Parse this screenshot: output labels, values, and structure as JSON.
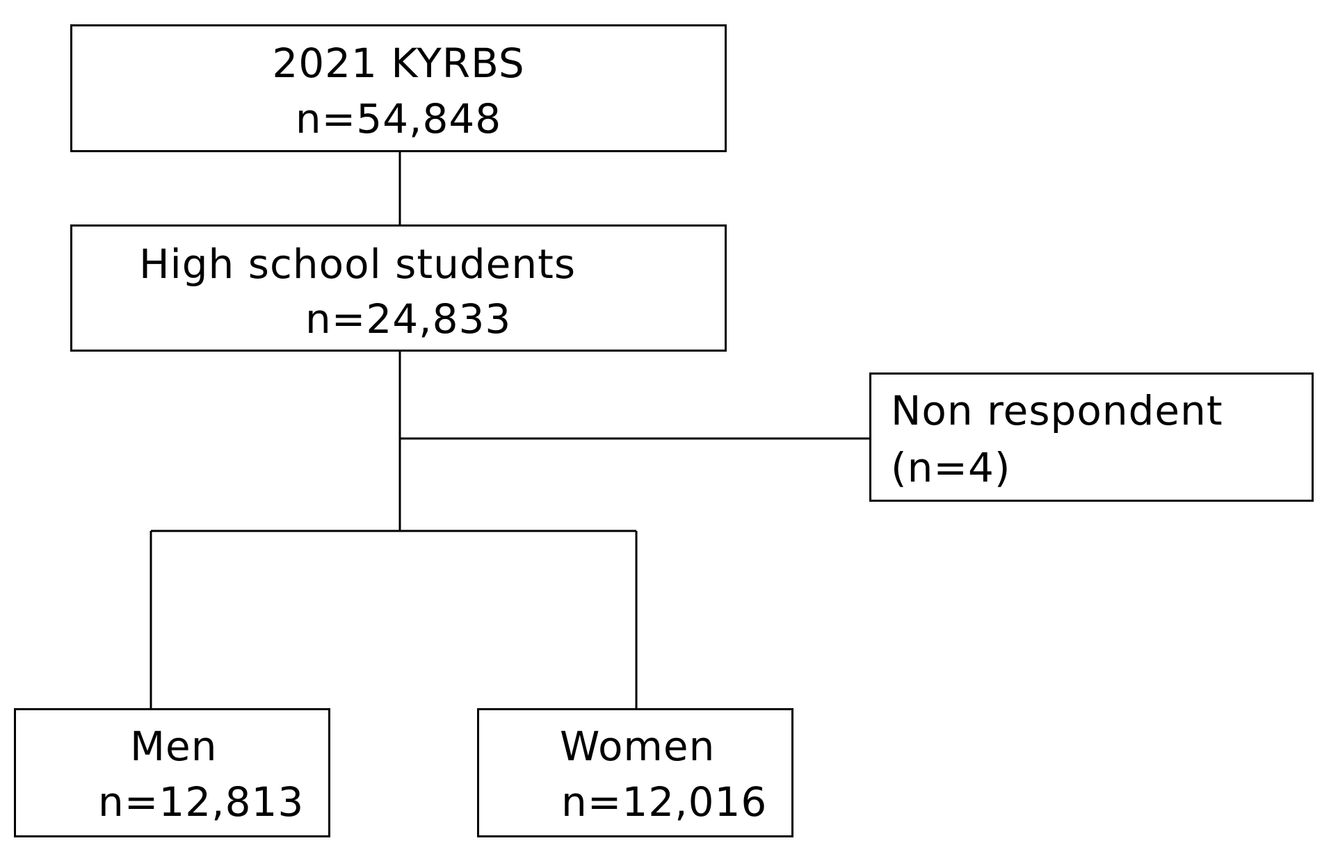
{
  "diagram": {
    "nodes": {
      "kyrbs": {
        "line1": "2021  KYRBS",
        "line2": "n=54,848"
      },
      "high_school": {
        "line1": "High  school  students",
        "line2": "n=24,833"
      },
      "non_respondent": {
        "line1": "Non  respondent",
        "line2": "(n=4)"
      },
      "men": {
        "line1": "Men",
        "line2": "n=12,813"
      },
      "women": {
        "line1": "Women",
        "line2": "n=12,016"
      }
    },
    "edges": [
      {
        "from": "kyrbs",
        "to": "high_school"
      },
      {
        "from": "high_school",
        "to": "non_respondent"
      },
      {
        "from": "high_school",
        "to": "men"
      },
      {
        "from": "high_school",
        "to": "women"
      }
    ]
  }
}
